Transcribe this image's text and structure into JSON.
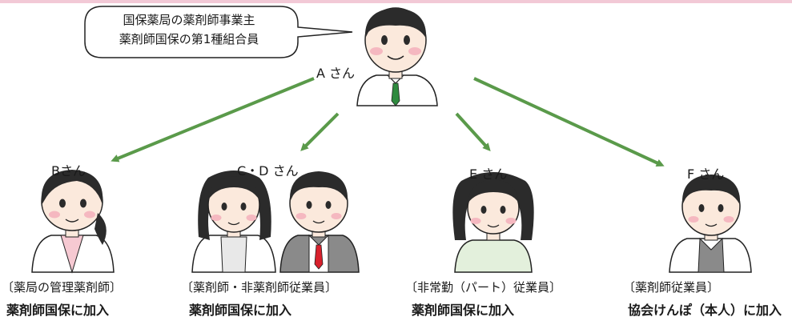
{
  "speech_bubble": {
    "line1": "国保薬局の薬剤師事業主",
    "line2": "薬剤師国保の第1種組合員"
  },
  "persons": {
    "a": {
      "name": "A さん"
    },
    "b": {
      "name": "Bさん",
      "role": "〔薬局の管理薬剤師〕",
      "insurance": "薬剤師国保に加入"
    },
    "cd": {
      "name": "C・D さん",
      "role": "〔薬剤師・非薬剤師従業員〕",
      "insurance": "薬剤師国保に加入"
    },
    "e": {
      "name": "E さん",
      "role": "〔非常勤（パート）従業員〕",
      "insurance": "薬剤師国保に加入"
    },
    "f": {
      "name": "F さん",
      "role": "〔薬剤師従業員〕",
      "insurance": "協会けんぽ（本人）に加入"
    }
  },
  "colors": {
    "arrow": "#5a9a4a",
    "skin": "#fbe9dc",
    "cheek": "#f5b8c0",
    "hair": "#2b2b2b",
    "coat": "#ffffff",
    "tie_green": "#2e8a3e",
    "tie_red": "#d8202c",
    "vest_gray": "#8a8a8a",
    "shirt_pink": "#f6c9d2",
    "shirt_green": "#e3f0dc",
    "accent_line": "#f2c9d6"
  }
}
